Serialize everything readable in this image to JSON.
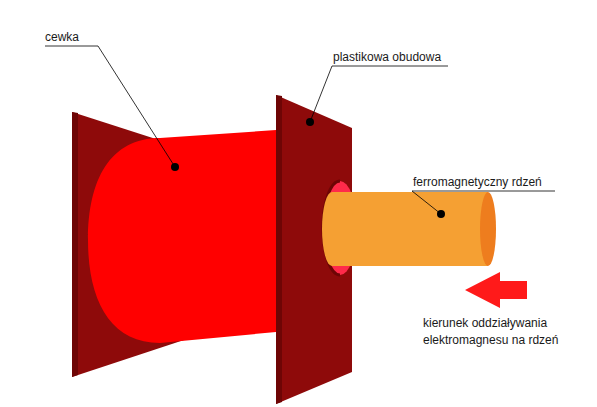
{
  "diagram": {
    "labels": [
      "cewka",
      "plastikowa obudowa",
      "ferromagnetyczny rdzeń",
      "kierunek oddziaływania elektromagnesu na rdzeń"
    ]
  }
}
